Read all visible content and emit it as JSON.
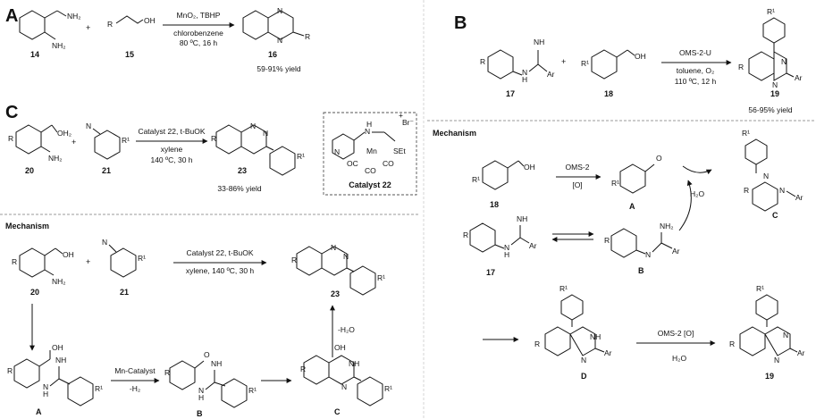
{
  "panels": {
    "A": "A",
    "B": "B",
    "C": "C"
  },
  "compounds": {
    "c14": "14",
    "c15": "15",
    "c16": "16",
    "c17": "17",
    "c18": "18",
    "c19": "19",
    "c20": "20",
    "c21": "21",
    "c23": "23",
    "cat22": "Catalyst 22"
  },
  "reactionA": {
    "reagent": "MnO₂, TBHP",
    "solvent": "chlorobenzene",
    "conditions": "80 ºC, 16 h",
    "yield": "59-91% yield"
  },
  "reactionB": {
    "reagent": "OMS-2-U",
    "solvent": "toluene, O₂",
    "conditions": "110 ºC, 12 h",
    "yield": "56-95% yield"
  },
  "reactionC": {
    "reagent": "Catalyst 22, t-BuOK",
    "solvent": "xylene",
    "conditions": "140 ºC, 30 h",
    "yield": "33-86% yield"
  },
  "mechanismC": {
    "title": "Mechanism",
    "reagent": "Catalyst 22, t-BuOK",
    "conditions": "xylene, 140 ºC, 30 h",
    "step_reagent": "Mn-Catalyst",
    "step_byproduct": "-H₂",
    "dehydration": "-H₂O",
    "int_A": "A",
    "int_B": "B",
    "int_C": "C"
  },
  "mechanismB": {
    "title": "Mechanism",
    "ox_reagent": "OMS-2",
    "ox_cond": "[O]",
    "water": "H₂O",
    "final_reagent": "OMS-2 [O]",
    "final_water": "H₂O",
    "int_A": "A",
    "int_B": "B",
    "int_C": "C",
    "int_D": "D"
  },
  "atoms": {
    "NH2": "NH₂",
    "OH": "OH",
    "OH2": "OH₂",
    "R": "R",
    "R1": "R¹",
    "N": "N",
    "NH": "NH",
    "H": "H",
    "Ar": "Ar",
    "O": "O",
    "Mn": "Mn",
    "SEt": "SEt",
    "OC": "OC",
    "CO": "CO",
    "Br": "Br⁻",
    "plus": "+"
  }
}
